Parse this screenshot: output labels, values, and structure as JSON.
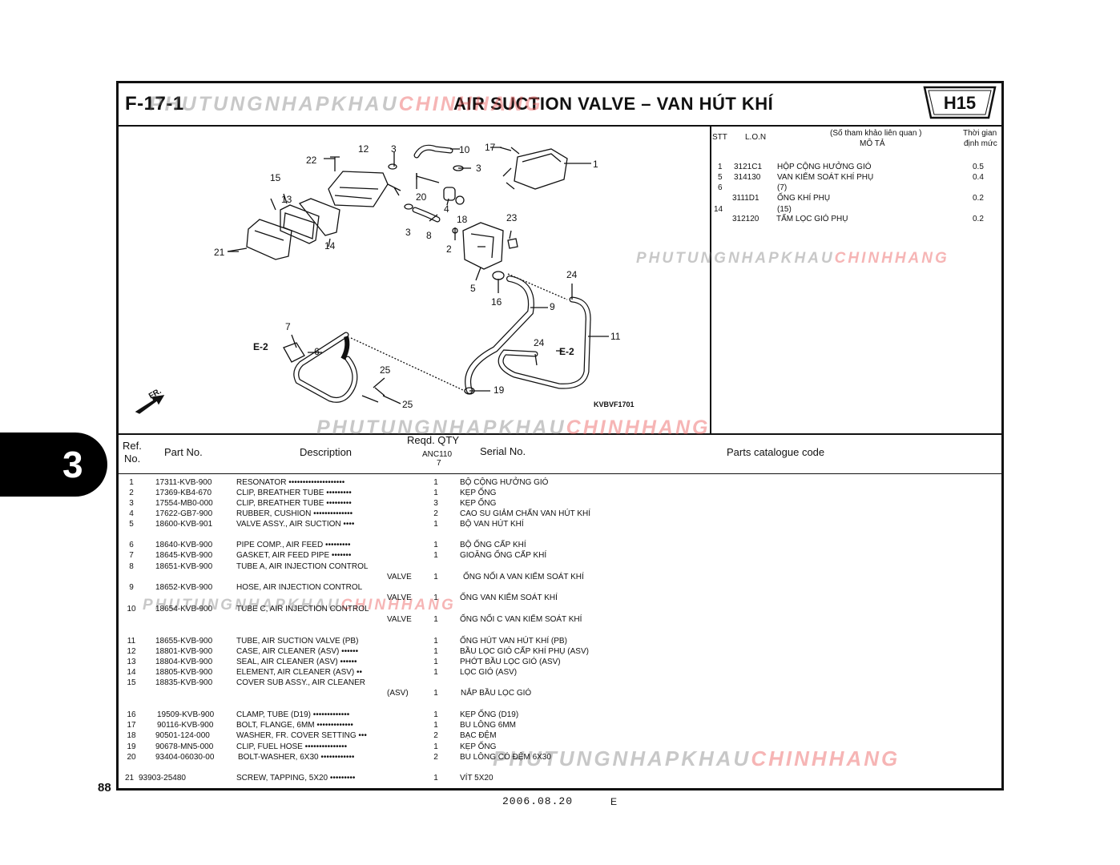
{
  "header": {
    "code": "F-17-1",
    "title": "AIR SUCTION VALVE – VAN HÚT KHÍ",
    "model": "H15"
  },
  "watermark": {
    "part1": "PHUTUNGNHAPKHAU",
    "part2": "CHINHHANG"
  },
  "diagram": {
    "figure_id": "KVBVF1701",
    "front_label": "FR.",
    "ref_e2": "E-2",
    "callouts": [
      "1",
      "2",
      "3",
      "4",
      "5",
      "6",
      "7",
      "8",
      "9",
      "10",
      "11",
      "12",
      "13",
      "14",
      "15",
      "16",
      "17",
      "18",
      "19",
      "20",
      "21",
      "22",
      "23",
      "24",
      "25"
    ]
  },
  "labor": {
    "col_stt": "STT",
    "col_lon": "L.O.N",
    "col_desc_top": "(Số tham khảo liên quan )",
    "col_desc": "MÔ TẢ",
    "col_time_top": "Thời gian",
    "col_time": "định mức",
    "rows": [
      {
        "stt": "1",
        "lon": "3121C1",
        "desc": "HỘP CỘNG HƯỞNG GIÓ",
        "time": "0.5"
      },
      {
        "stt": "5",
        "lon": "314130",
        "desc": "VAN KIỂM SOÁT KHÍ PHỤ",
        "time": "0.4"
      },
      {
        "stt": "6",
        "lon": "",
        "desc": "(7)",
        "time": ""
      },
      {
        "stt": "",
        "lon": "3111D1",
        "desc": "ỐNG KHÍ PHỤ",
        "time": "0.2"
      },
      {
        "stt": "14",
        "lon": "",
        "desc": "(15)",
        "time": ""
      },
      {
        "stt": "",
        "lon": "312120",
        "desc": "TẤM LỌC GIÓ PHỤ",
        "time": "0.2"
      }
    ]
  },
  "columns": {
    "ref_top": "Ref.",
    "ref_bottom": "No.",
    "part_no": "Part  No.",
    "description": "Description",
    "reqd_qty": "Reqd.  QTY",
    "model": "ANC110",
    "model_sub": "7",
    "serial": "Serial  No.",
    "catalogue": "Parts  catalogue  code"
  },
  "parts": [
    {
      "ref": "1",
      "part_no": "17311-KVB-900",
      "desc": "RESONATOR  ••••••••••••••••••••",
      "qty": "1",
      "vn": "BỘ CỘNG HƯỞNG GIÓ"
    },
    {
      "ref": "2",
      "part_no": "17369-KB4-670",
      "desc": "CLIP,  BREATHER  TUBE  •••••••••",
      "qty": "1",
      "vn": "KẸP ỐNG"
    },
    {
      "ref": "3",
      "part_no": "17554-MB0-000",
      "desc": "CLIP,  BREATHER  TUBE  •••••••••",
      "qty": "3",
      "vn": "KẸP ỐNG"
    },
    {
      "ref": "4",
      "part_no": "17622-GB7-900",
      "desc": "RUBBER,  CUSHION  ••••••••••••••",
      "qty": "2",
      "vn": "CAO SU GIẢM CHẤN VAN HÚT  KHÍ"
    },
    {
      "ref": "5",
      "part_no": "18600-KVB-901",
      "desc": "VALVE  ASSY.,  AIR  SUCTION  ••••",
      "qty": "1",
      "vn": "BỘ VAN HÚT KHÍ"
    },
    {
      "ref": "6",
      "part_no": "18640-KVB-900",
      "desc": "PIPE  COMP.,  AIR  FEED  •••••••••",
      "qty": "1",
      "vn": "BỘ ỐNG CẤP KHÍ"
    },
    {
      "ref": "7",
      "part_no": "18645-KVB-900",
      "desc": "GASKET,  AIR  FEED  PIPE  •••••••",
      "qty": "1",
      "vn": "GIOĂNG ỐNG CẤP KHÍ"
    },
    {
      "ref": "8",
      "part_no": "18651-KVB-900",
      "desc": "TUBE  A,  AIR  INJECTION  CONTROL",
      "qty": "",
      "vn": ""
    },
    {
      "ref": "",
      "part_no": "",
      "desc": "",
      "cont": "VALVE",
      "qty": "1",
      "vn": "ỐNG NỐI A VAN KIỂM SOÁT KHÍ"
    },
    {
      "ref": "9",
      "part_no": "18652-KVB-900",
      "desc": "HOSE,  AIR  INJECTION  CONTROL",
      "qty": "",
      "vn": ""
    },
    {
      "ref": "",
      "part_no": "",
      "desc": "",
      "cont": "VALVE",
      "qty": "1",
      "vn": "ỐNG VAN KIỂM SOÁT KHÍ"
    },
    {
      "ref": "10",
      "part_no": "18654-KVB-900",
      "desc": "TUBE  C,  AIR  INJECTION  CONTROL",
      "qty": "",
      "vn": ""
    },
    {
      "ref": "",
      "part_no": "",
      "desc": "",
      "cont": "VALVE",
      "qty": "1",
      "vn": "ỐNG NỐI C VAN KIỂM SOÁT KHÍ"
    },
    {
      "ref": "11",
      "part_no": "18655-KVB-900",
      "desc": "TUBE,  AIR  SUCTION  VALVE  (PB)",
      "qty": "1",
      "vn": "ỐNG HÚT VAN HÚT KHÍ (PB)"
    },
    {
      "ref": "12",
      "part_no": "18801-KVB-900",
      "desc": "CASE,  AIR  CLEANER  (ASV)  ••••••",
      "qty": "1",
      "vn": "BẦU LỌC GIÓ CẤP KHÍ PHỤ (ASV)"
    },
    {
      "ref": "13",
      "part_no": "18804-KVB-900",
      "desc": "SEAL,  AIR  CLEANER  (ASV)  ••••••",
      "qty": "1",
      "vn": "PHỚT BẦU LỌC GIÓ (ASV)"
    },
    {
      "ref": "14",
      "part_no": "18805-KVB-900",
      "desc": "ELEMENT,  AIR  CLEANER  (ASV)  ••",
      "qty": "1",
      "vn": "LỌC GIÓ (ASV)"
    },
    {
      "ref": "15",
      "part_no": "18835-KVB-900",
      "desc": "COVER  SUB  ASSY.,  AIR  CLEANER",
      "qty": "",
      "vn": ""
    },
    {
      "ref": "",
      "part_no": "",
      "desc": "",
      "cont": "(ASV)",
      "qty": "1",
      "vn": "NẮP BẦU LỌC GIÓ"
    },
    {
      "ref": "16",
      "part_no": "19509-KVB-900",
      "desc": "CLAMP,  TUBE  (D19)  •••••••••••••",
      "qty": "1",
      "vn": "KẸP ỐNG (D19)"
    },
    {
      "ref": "17",
      "part_no": "90116-KVB-900",
      "desc": "BOLT,  FLANGE,  6MM  •••••••••••••",
      "qty": "1",
      "vn": "BU LÔNG 6MM"
    },
    {
      "ref": "18",
      "part_no": "90501-124-000",
      "desc": "WASHER,  FR.  COVER  SETTING  •••",
      "qty": "2",
      "vn": "BẠC ĐỆM"
    },
    {
      "ref": "19",
      "part_no": "90678-MN5-000",
      "desc": "CLIP,  FUEL  HOSE  •••••••••••••••",
      "qty": "1",
      "vn": "KẸP ỐNG"
    },
    {
      "ref": "20",
      "part_no": "93404-06030-00",
      "desc": "BOLT-WASHER,  6X30  ••••••••••••",
      "qty": "2",
      "vn": "BU LÔNG CÓ ĐỆM 6X30"
    },
    {
      "ref": "21",
      "part_no": "93903-25480",
      "desc": "SCREW,  TAPPING,  5X20  •••••••••",
      "qty": "1",
      "vn": "VÍT 5X20"
    }
  ],
  "footer": {
    "page": "88",
    "date": "2006.08.20",
    "edition": "E",
    "section": "3"
  }
}
